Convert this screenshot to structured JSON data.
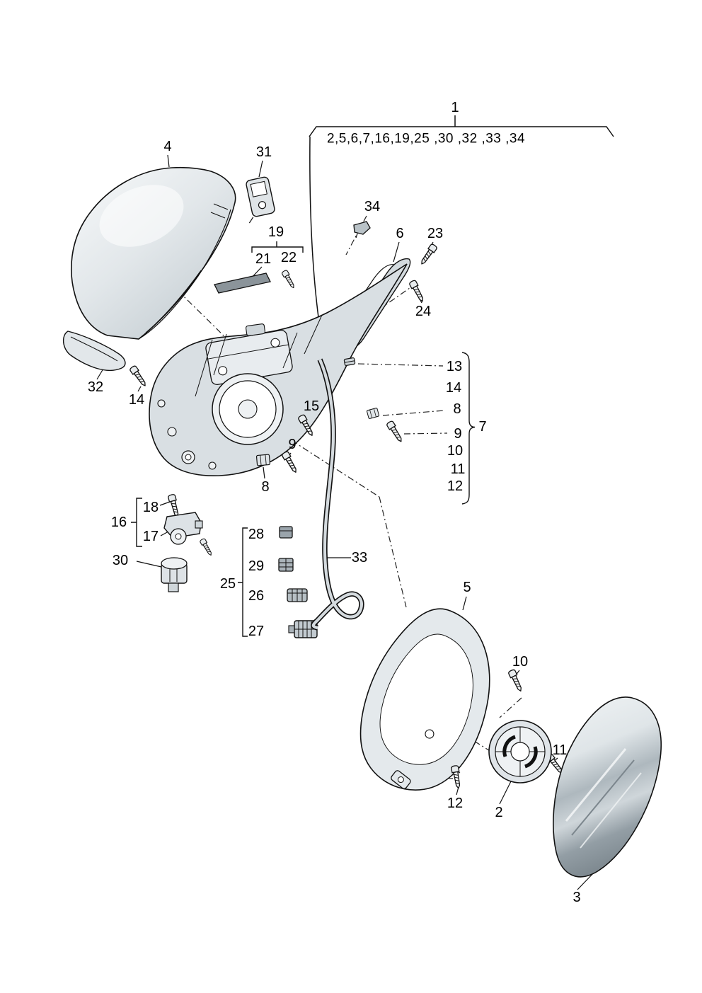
{
  "diagram": {
    "colors": {
      "line": "#111111",
      "background": "#ffffff",
      "shade": "#dde2e6"
    },
    "assembly": {
      "label": "1",
      "included_parts": "2,5,6,7,16,19,25 ,30 ,32 ,33 ,34"
    },
    "labels": {
      "l4": "4",
      "l31": "31",
      "l19": "19",
      "l21": "21",
      "l22": "22",
      "l34": "34",
      "l6": "6",
      "l23": "23",
      "l24": "24",
      "l13": "13",
      "l14r": "14",
      "l8r": "8",
      "l9r": "9",
      "l10r": "10",
      "l11r": "11",
      "l12r": "12",
      "l7": "7",
      "l32": "32",
      "l14l": "14",
      "l15": "15",
      "l9m": "9",
      "l8m": "8",
      "l18": "18",
      "l16": "16",
      "l17": "17",
      "l30": "30",
      "l28": "28",
      "l29": "29",
      "l25": "25",
      "l26": "26",
      "l27": "27",
      "l33": "33",
      "l5": "5",
      "l10b": "10",
      "l11b": "11",
      "l12b": "12",
      "l2": "2",
      "l3": "3"
    }
  }
}
